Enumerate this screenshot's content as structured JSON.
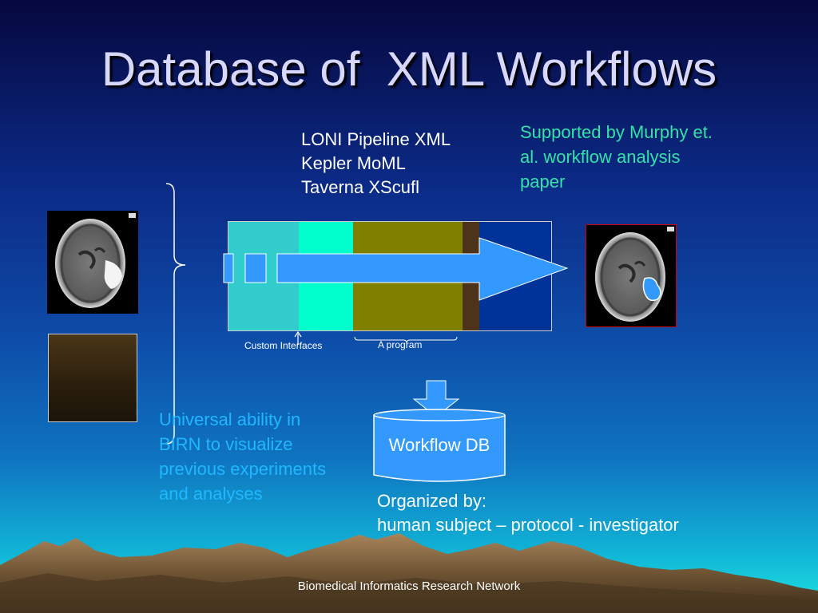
{
  "slide": {
    "title": "Database of  XML Workflows",
    "formats": [
      "LONI Pipeline XML",
      "Kepler MoML",
      "Taverna XScufl"
    ],
    "supported_note": [
      "Supported by Murphy et.",
      "al. workflow analysis",
      "paper"
    ],
    "custom_interfaces_label": "Custom Interfaces",
    "a_program_label": "A program",
    "workflow_db_label": "Workflow DB",
    "universal_ability": [
      "Universal ability in",
      "BIRN to visualize",
      "previous experiments",
      "and analyses"
    ],
    "organized_by": [
      "Organized by:",
      "human subject – protocol - investigator"
    ],
    "footer": "Biomedical Informatics Research Network"
  },
  "colors": {
    "pipeline_box_1": "#33cccc",
    "pipeline_box_2": "#00ffcc",
    "pipeline_box_3": "#808000",
    "pipeline_box_4": "#4d3319",
    "pipeline_box_5": "#003399",
    "arrow": "#3399ff",
    "lesion_outline": "#cc0000"
  }
}
